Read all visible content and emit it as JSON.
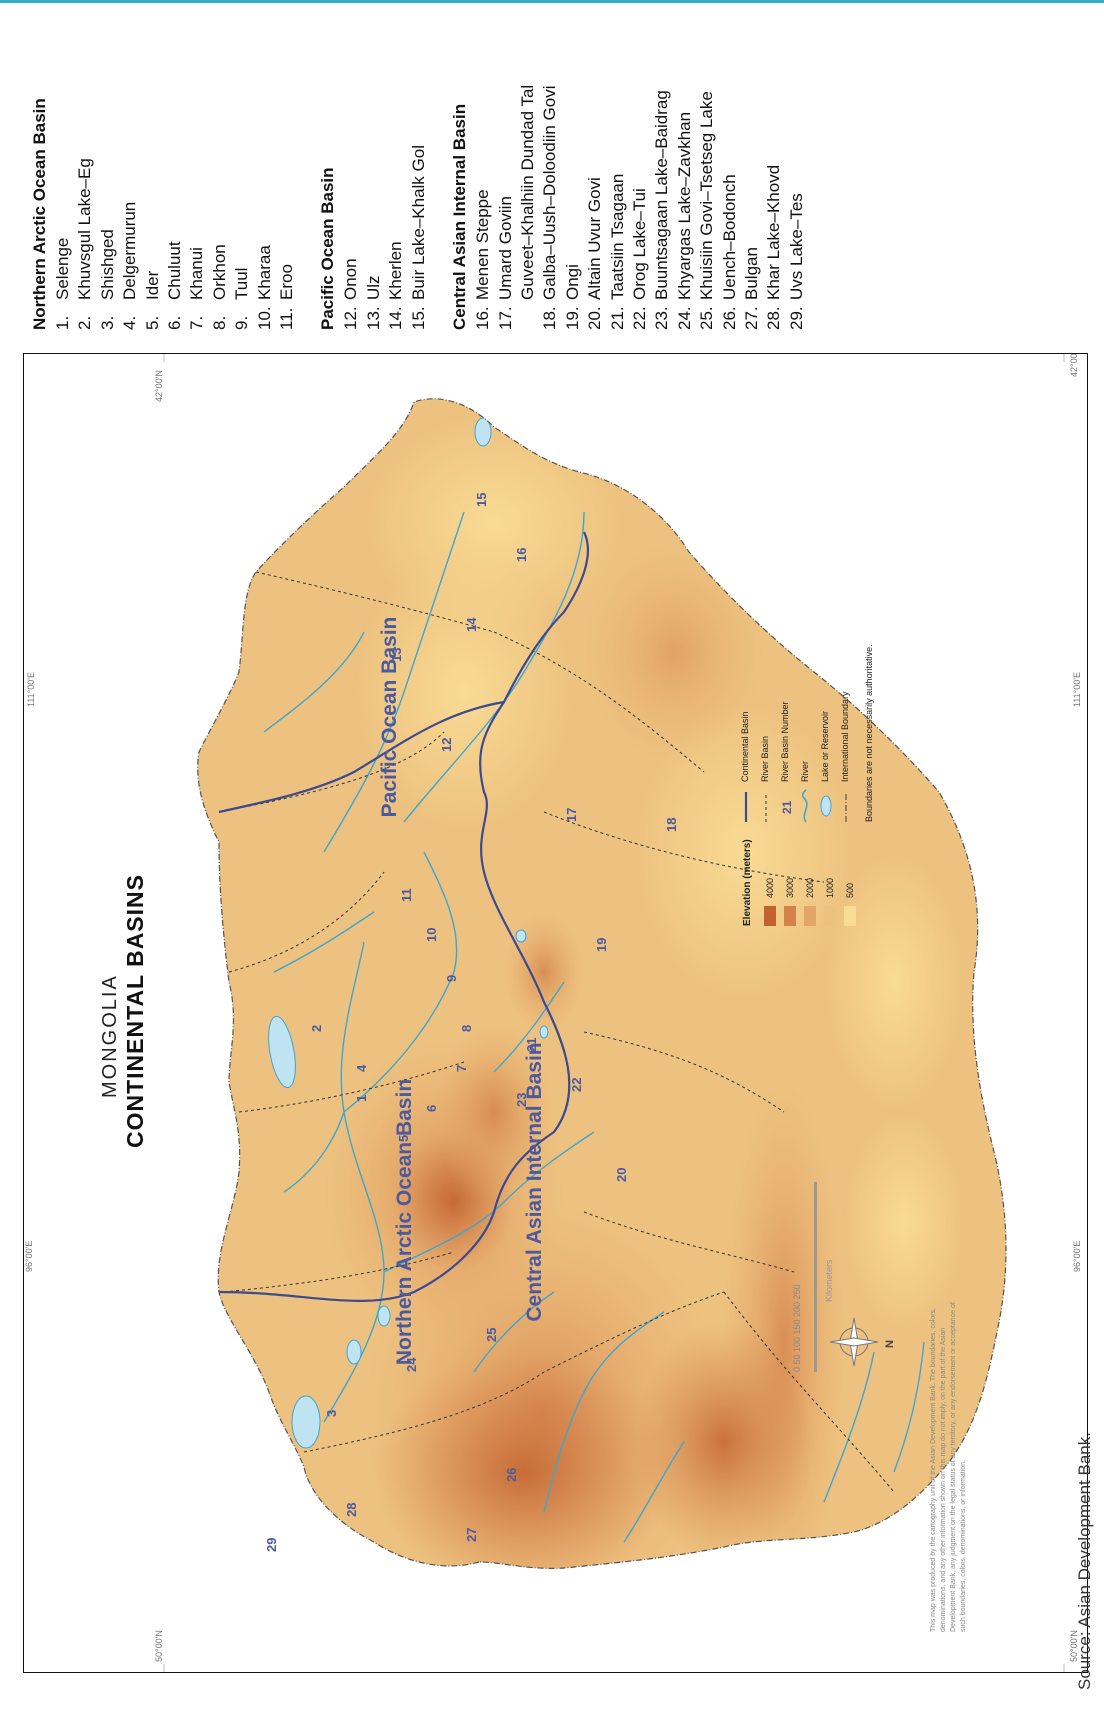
{
  "map": {
    "title_small": "MONGOLIA",
    "title_big": "CONTINENTAL BASINS",
    "coords": {
      "lat_50_left": "50°00'N",
      "lat_42_left": "42°00'N",
      "lat_50_right": "50°00'N",
      "lat_42_right": "42°00'N",
      "lon_96_top": "96°00'E",
      "lon_111_top": "111°00'E",
      "lon_96_bottom": "96°00'E",
      "lon_111_bottom": "111°00'E"
    },
    "basin_labels": {
      "arctic": "Northern Arctic Ocean Basin",
      "pacific": "Pacific Ocean Basin",
      "central": "Central Asian Internal Basin"
    },
    "basin_numbers": [
      "1",
      "2",
      "3",
      "4",
      "5",
      "6",
      "7",
      "8",
      "9",
      "10",
      "11",
      "12",
      "13",
      "14",
      "15",
      "16",
      "17",
      "18",
      "19",
      "20",
      "21",
      "22",
      "23",
      "24",
      "25",
      "26",
      "27",
      "28",
      "29"
    ],
    "legend": {
      "elevation_title": "Elevation (meters)",
      "elevation_levels": [
        {
          "value": "4000",
          "color": "#c2632f"
        },
        {
          "value": "3000",
          "color": "#d4814a"
        },
        {
          "value": "2000",
          "color": "#e3a567"
        },
        {
          "value": "1000",
          "color": "#edc17f"
        },
        {
          "value": "500",
          "color": "#f9dc95"
        }
      ],
      "symbols": [
        {
          "label": "Continental Basin"
        },
        {
          "label": "River Basin"
        },
        {
          "label": "River Basin Number",
          "sample": "21"
        },
        {
          "label": "River"
        },
        {
          "label": "Lake or Reservoir"
        },
        {
          "label": "International Boundary"
        }
      ],
      "boundary_note": "Boundaries are not necessarily authoritative."
    },
    "scale": {
      "ticks": "0   50   100   150   200   250",
      "unit": "Kilometers"
    },
    "north_label": "N",
    "disclaimer": "This map was produced by the cartography unit of the Asian Development Bank. The boundaries, colors, denominations, and any other information shown on this map do not imply, on the part of the Asian Development Bank, any judgment on the legal status of any territory, or any endorsement or acceptance of such boundaries, colors, denominations, or information."
  },
  "basins_list": [
    {
      "title": "Northern Arctic Ocean Basin",
      "items": [
        {
          "n": "1.",
          "name": "Selenge"
        },
        {
          "n": "2.",
          "name": "Khuvsgul Lake–Eg"
        },
        {
          "n": "3.",
          "name": "Shishged"
        },
        {
          "n": "4.",
          "name": "Delgermurun"
        },
        {
          "n": "5.",
          "name": "Ider"
        },
        {
          "n": "6.",
          "name": "Chuluut"
        },
        {
          "n": "7.",
          "name": "Khanui"
        },
        {
          "n": "8.",
          "name": "Orkhon"
        },
        {
          "n": "9.",
          "name": "Tuul"
        },
        {
          "n": "10.",
          "name": "Kharaa"
        },
        {
          "n": "11.",
          "name": "Eroo"
        }
      ]
    },
    {
      "title": "Pacific Ocean Basin",
      "items": [
        {
          "n": "12.",
          "name": "Onon"
        },
        {
          "n": "13.",
          "name": "Ulz"
        },
        {
          "n": "14.",
          "name": "Kherlen"
        },
        {
          "n": "15.",
          "name": "Buir Lake–Khalk Gol"
        }
      ]
    },
    {
      "title": "Central Asian Internal Basin",
      "items": [
        {
          "n": "16.",
          "name": "Menen Steppe"
        },
        {
          "n": "17.",
          "name": "Umard Goviin"
        },
        {
          "n": "",
          "name": "Guveet–Khalhiin Dundad Tal"
        },
        {
          "n": "18.",
          "name": "Galba–Uush–Doloodiin Govi"
        },
        {
          "n": "19.",
          "name": "Ongi"
        },
        {
          "n": "20.",
          "name": "Altain Uvur Govi"
        },
        {
          "n": "21.",
          "name": "Taatsiin Tsagaan"
        },
        {
          "n": "22.",
          "name": "Orog Lake–Tui"
        },
        {
          "n": "23.",
          "name": "Buuntsagaan Lake–Baidrag"
        },
        {
          "n": "24.",
          "name": "Khyargas Lake–Zavkhan"
        },
        {
          "n": "25.",
          "name": "Khuisiin Govi–Tsetseg Lake"
        },
        {
          "n": "26.",
          "name": "Uench–Bodonch"
        },
        {
          "n": "27.",
          "name": "Bulgan"
        },
        {
          "n": "28.",
          "name": "Khar Lake–Khovd"
        },
        {
          "n": "29.",
          "name": "Uvs Lake–Tes"
        }
      ]
    }
  ],
  "source": "Source: Asian Development Bank."
}
